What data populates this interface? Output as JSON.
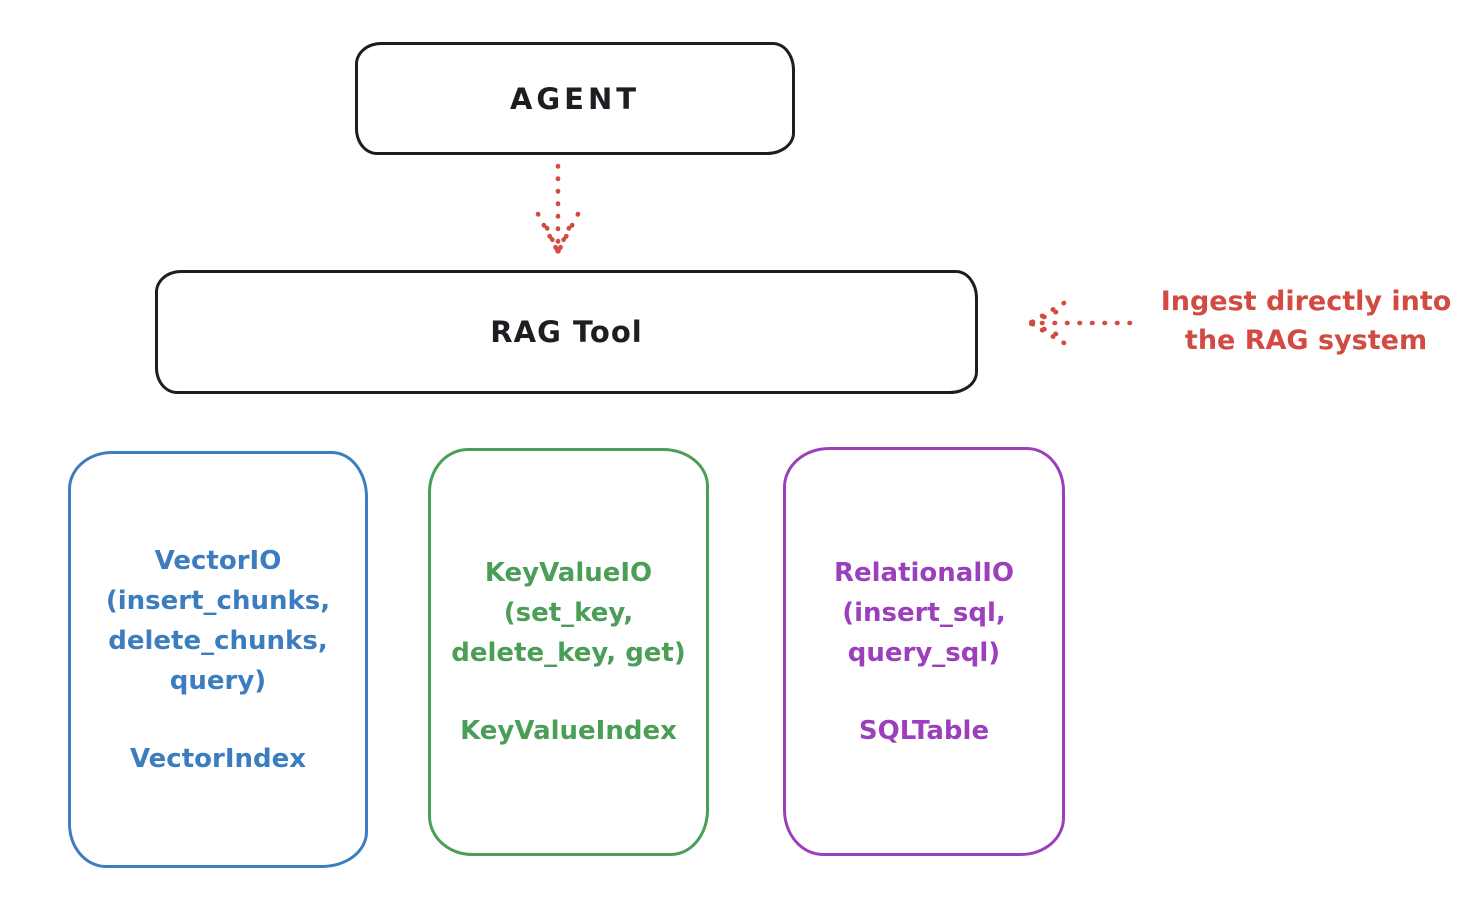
{
  "nodes": {
    "agent": {
      "label": "AGENT"
    },
    "rag_tool": {
      "label": "RAG Tool"
    }
  },
  "annotation": {
    "line1": "Ingest directly into",
    "line2": "the RAG system"
  },
  "arrows": [
    {
      "name": "agent-to-rag-arrow",
      "style": "dotted",
      "direction": "down"
    },
    {
      "name": "ingest-arrow",
      "style": "dotted",
      "direction": "left"
    }
  ],
  "io_boxes": [
    {
      "name": "vector-io",
      "accent": "#3c7dc0",
      "lines": [
        "VectorIO",
        "(insert_chunks,",
        "delete_chunks,",
        "query)"
      ],
      "footer": "VectorIndex"
    },
    {
      "name": "keyvalue-io",
      "accent": "#4a9e56",
      "lines": [
        "KeyValueIO",
        "(set_key,",
        "delete_key, get)"
      ],
      "footer": "KeyValueIndex"
    },
    {
      "name": "relational-io",
      "accent": "#9c3fbd",
      "lines": [
        "RelationalIO",
        "(insert_sql,",
        "query_sql)"
      ],
      "footer": "SQLTable"
    }
  ],
  "colors": {
    "ink": "#1d1d22",
    "red": "#d14b42",
    "background": "#ffffff"
  }
}
